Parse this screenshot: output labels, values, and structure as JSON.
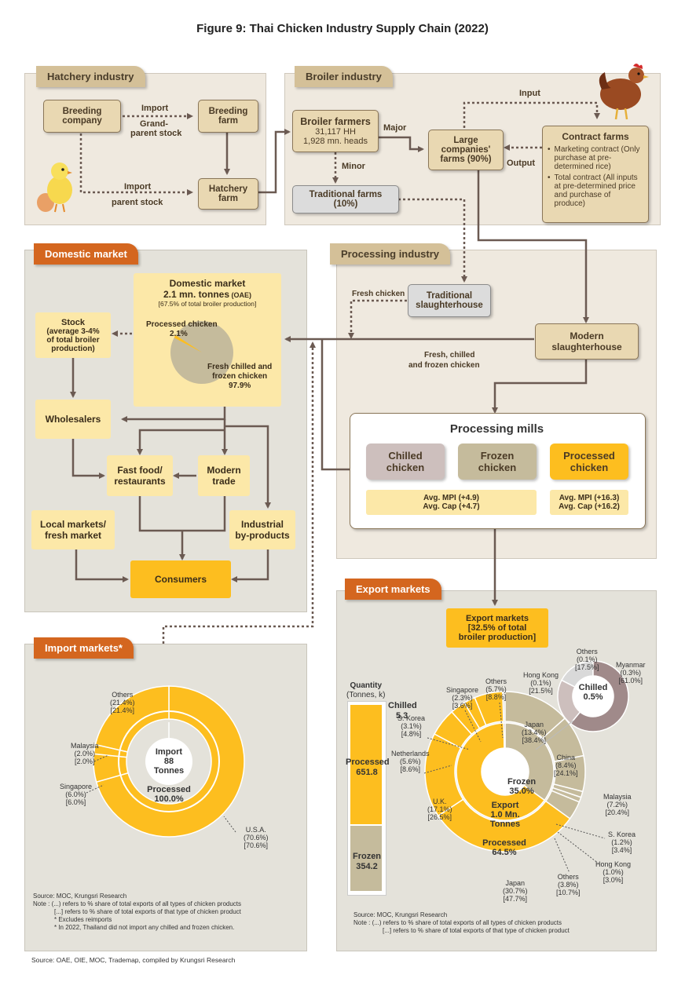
{
  "title": "Figure 9: Thai Chicken Industry Supply Chain (2022)",
  "sections": {
    "hatchery": "Hatchery industry",
    "broiler": "Broiler industry",
    "domestic": "Domestic market",
    "processing": "Processing industry",
    "import": "Import markets*",
    "export": "Export markets"
  },
  "hatchery": {
    "breeding_company": "Breeding company",
    "breeding_farm": "Breeding farm",
    "hatchery_farm": "Hatchery farm",
    "import1": "Import",
    "grandparent1": "Grand-",
    "grandparent2": "parent stock",
    "import2": "Import",
    "parent_stock": "parent stock"
  },
  "broiler": {
    "farmers_title": "Broiler farmers",
    "farmers_hh": "31,117 HH",
    "farmers_heads": "1,928 mn. heads",
    "major": "Major",
    "minor": "Minor",
    "input": "Input",
    "output": "Output",
    "large1": "Large",
    "large2": "companies'",
    "large3": "farms (90%)",
    "traditional1": "Traditional farms",
    "traditional2": "(10%)",
    "contract_title": "Contract farms",
    "contract_b1": "Marketing contract (Only purchase at pre-determined rice)",
    "contract_b2": "Total contract (All inputs at pre-determined price and purchase of produce)"
  },
  "domestic": {
    "title1": "Domestic market",
    "title2": "2.1 mn. tonnes",
    "title2b": " (OAE)",
    "title3": "[67.5% of total broiler production]",
    "processed_label": "Processed chicken",
    "processed_pct": "2.1%",
    "fresh_label1": "Fresh chilled and",
    "fresh_label2": "frozen chicken",
    "fresh_pct": "97.9%",
    "stock1": "Stock",
    "stock2": "(average 3-4%",
    "stock3": "of total broiler",
    "stock4": "production)",
    "wholesalers": "Wholesalers",
    "fastfood1": "Fast food/",
    "fastfood2": "restaurants",
    "modern1": "Modern",
    "modern2": "trade",
    "local1": "Local markets/",
    "local2": "fresh market",
    "industrial1": "Industrial",
    "industrial2": "by-products",
    "consumers": "Consumers"
  },
  "processing": {
    "fresh_chicken": "Fresh chicken",
    "traditional1": "Traditional",
    "traditional2": "slaughterhouse",
    "modern1": "Modern",
    "modern2": "slaughterhouse",
    "fcf1": "Fresh, chilled",
    "fcf2": "and frozen chicken",
    "mills_title": "Processing mills",
    "chilled1": "Chilled",
    "chilled2": "chicken",
    "frozen1": "Frozen",
    "frozen2": "chicken",
    "processed1": "Processed",
    "processed2": "chicken",
    "mpi_left": "Avg. MPI (+4.9)",
    "cap_left": "Avg. Cap (+4.7)",
    "mpi_right": "Avg. MPI (+16.3)",
    "cap_right": "Avg. Cap (+16.2)"
  },
  "import": {
    "center1": "Import",
    "center2": "88",
    "center3": "Tonnes",
    "processed1": "Processed",
    "processed2": "100.0%",
    "labels": [
      {
        "name": "Others",
        "a": "(21.4%)",
        "b": "[21.4%]"
      },
      {
        "name": "Malaysia",
        "a": "(2.0%)",
        "b": "[2.0%]"
      },
      {
        "name": "Singapore",
        "a": "(6.0%)",
        "b": "[6.0%]"
      },
      {
        "name": "U.S.A.",
        "a": "(70.6%)",
        "b": "[70.6%]"
      }
    ],
    "source": "Source: MOC, Krungsri Research",
    "note1": "Note : (...) refers to % share of total exports of all types of chicken products",
    "note2": "[...] refers to % share of total exports of that type of chicken product",
    "note3": "* Excludes reimports",
    "note4": "* In 2022, Thailand did not import any chilled and frozen chicken."
  },
  "export": {
    "box1": "Export markets",
    "box2": "[32.5% of total",
    "box3": "broiler production]",
    "quantity1": "Quantity",
    "quantity2": "(Tonnes, k)",
    "chilled_label": "Chilled",
    "chilled_val": "5.3",
    "processed_label": "Processed",
    "processed_val": "651.8",
    "frozen_label": "Frozen",
    "frozen_val": "354.2",
    "center1": "Export",
    "center2": "1.0 Mn.",
    "center3": "Tonnes",
    "frozen_pct_label": "Frozen",
    "frozen_pct": "35.0%",
    "processed_pct_label": "Processed",
    "processed_pct": "64.5%",
    "chilled_donut1": "Chilled",
    "chilled_donut2": "0.5%",
    "chilled_others": {
      "name": "Others",
      "a": "(0.1%)",
      "b": "[17.5%]"
    },
    "chilled_hk": {
      "name": "Hong Kong",
      "a": "(0.1%)",
      "b": "[21.5%]"
    },
    "chilled_myanmar": {
      "name": "Myanmar",
      "a": "(0.3%)",
      "b": "[61.0%]"
    },
    "labels": [
      {
        "name": "Singapore",
        "a": "(2.3%)",
        "b": "[3.6%]"
      },
      {
        "name": "Others",
        "a": "(5.7%)",
        "b": "[8.8%]"
      },
      {
        "name": "S. Korea",
        "a": "(3.1%)",
        "b": "[4.8%]"
      },
      {
        "name": "Netherlands",
        "a": "(5.6%)",
        "b": "[8.6%]"
      },
      {
        "name": "U.K.",
        "a": "(17.1%)",
        "b": "[26.5%]"
      },
      {
        "name": "Japan",
        "a": "(13.4%)",
        "b": "[38.4%]"
      },
      {
        "name": "China",
        "a": "(8.4%)",
        "b": "[24.1%]"
      },
      {
        "name": "Malaysia",
        "a": "(7.2%)",
        "b": "[20.4%]"
      },
      {
        "name": "S. Korea",
        "a": "(1.2%)",
        "b": "[3.4%]"
      },
      {
        "name": "Hong Kong",
        "a": "(1.0%)",
        "b": "[3.0%]"
      },
      {
        "name": "Others",
        "a": "(3.8%)",
        "b": "[10.7%]"
      },
      {
        "name": "Japan",
        "a": "(30.7%)",
        "b": "[47.7%]"
      }
    ],
    "source": "Source: MOC, Krungsri Research",
    "note1": "Note : (...) refers to % share of total exports of all types of chicken products",
    "note2": "[...] refers to % share of total exports of that type of chicken product"
  },
  "footer": "Source: OAE, OIE, MOC, Trademap, compiled by Krungsri Research",
  "colors": {
    "gold": "#fdbe1f",
    "light_gold": "#fce8a8",
    "taupe": "#c5bb9c",
    "mauve": "#a08a8a",
    "arrow": "#6b5a52",
    "tab": "#d4c098",
    "tab_orange": "#d4661f"
  }
}
